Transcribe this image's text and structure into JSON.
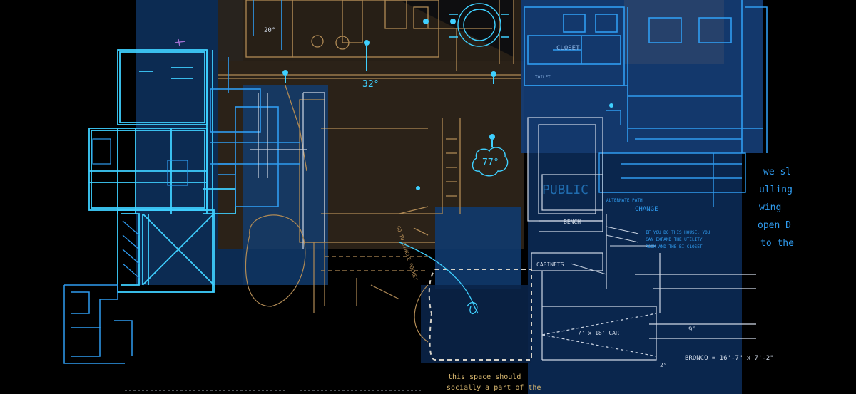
{
  "colors": {
    "background": "#000000",
    "ink_blue": "#2f9cf0",
    "ink_cyan": "#3fd0ff",
    "ink_white": "#cfd8e6",
    "ink_tan": "#b08a55",
    "ink_gold": "#d9b870",
    "ink_violet": "#a070d0",
    "wash_blue": "#103a6e",
    "wash_brown": "#2b2218"
  },
  "annotations": {
    "temp_32": "32°",
    "temp_77": "77°",
    "temp_20": "20°",
    "temp_2": "2°",
    "temp_9": "9°",
    "closet": "CLOSET",
    "toilet": "TOILET",
    "bench": "BENCH",
    "cabinets": "CABINETS",
    "change": "CHANGE",
    "alternate_path": "ALTERNATE PATH",
    "public": "PUBLIC",
    "car": "7' x 18' CAR",
    "bronco": "BRONCO = 16'-7\" x 7'-2\"",
    "note_right": [
      "we sl",
      "ulling",
      "wing",
      "open D",
      "to the"
    ],
    "note_middle": [
      "IF YOU DO THIS HOUSE, YOU",
      "CAN EXPAND THE UTILITY",
      "ROOM AND THE BI CLOSET"
    ],
    "note_bottom": [
      "this space should",
      "socially a part of the"
    ],
    "note_vertical": "GO TO SINGLE POCKET"
  }
}
